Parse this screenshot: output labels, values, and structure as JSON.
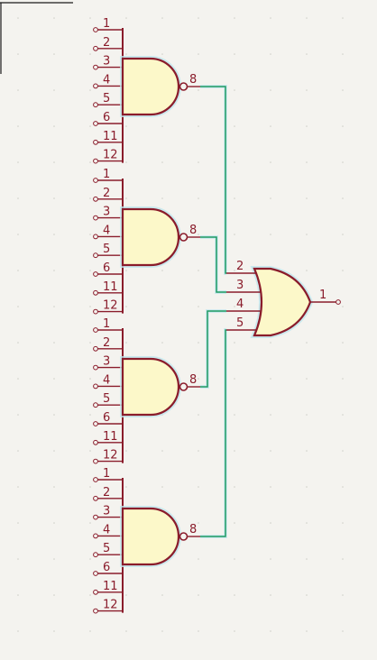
{
  "diagram": {
    "and_gate_pins": [
      "1",
      "2",
      "3",
      "4",
      "5",
      "6",
      "11",
      "12"
    ],
    "and_gate_output": "8",
    "and_gate_count": 4,
    "or_gate_inputs": [
      "2",
      "3",
      "4",
      "5"
    ],
    "or_gate_output": "1"
  },
  "colors": {
    "symbol": "#8a1c2b",
    "body_fill": "#fcf8c9",
    "wire": "#1f9a62",
    "highlight": "#bfe6ee",
    "background": "#f4f3ef"
  }
}
